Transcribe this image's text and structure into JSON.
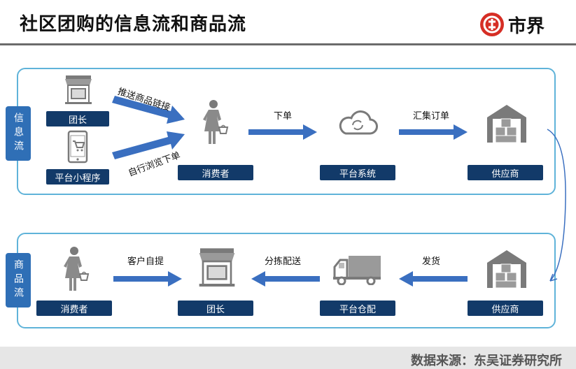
{
  "header": {
    "title": "社区团购的信息流和商品流",
    "logo_text": "市界"
  },
  "info_flow": {
    "side_label": "信息流",
    "nodes": {
      "tuanzhang": "团长",
      "miniprogram": "平台小程序",
      "consumer": "消费者",
      "platform": "平台系统",
      "supplier": "供应商"
    },
    "edges": {
      "push_link": "推送商品链接",
      "browse_order": "自行浏览下单",
      "order": "下单",
      "aggregate": "汇集订单"
    }
  },
  "goods_flow": {
    "side_label": "商品流",
    "nodes": {
      "consumer": "消费者",
      "tuanzhang": "团长",
      "warehouse": "平台仓配",
      "supplier": "供应商"
    },
    "edges": {
      "pickup": "客户自提",
      "distribute": "分拣配送",
      "ship": "发货"
    }
  },
  "footer": {
    "source": "数据来源：东吴证券研究所"
  },
  "colors": {
    "accent": "#3a6fc0",
    "label_bg": "#123a69",
    "panel_border": "#5fb3d9",
    "side_tab": "#2f6fb6"
  }
}
